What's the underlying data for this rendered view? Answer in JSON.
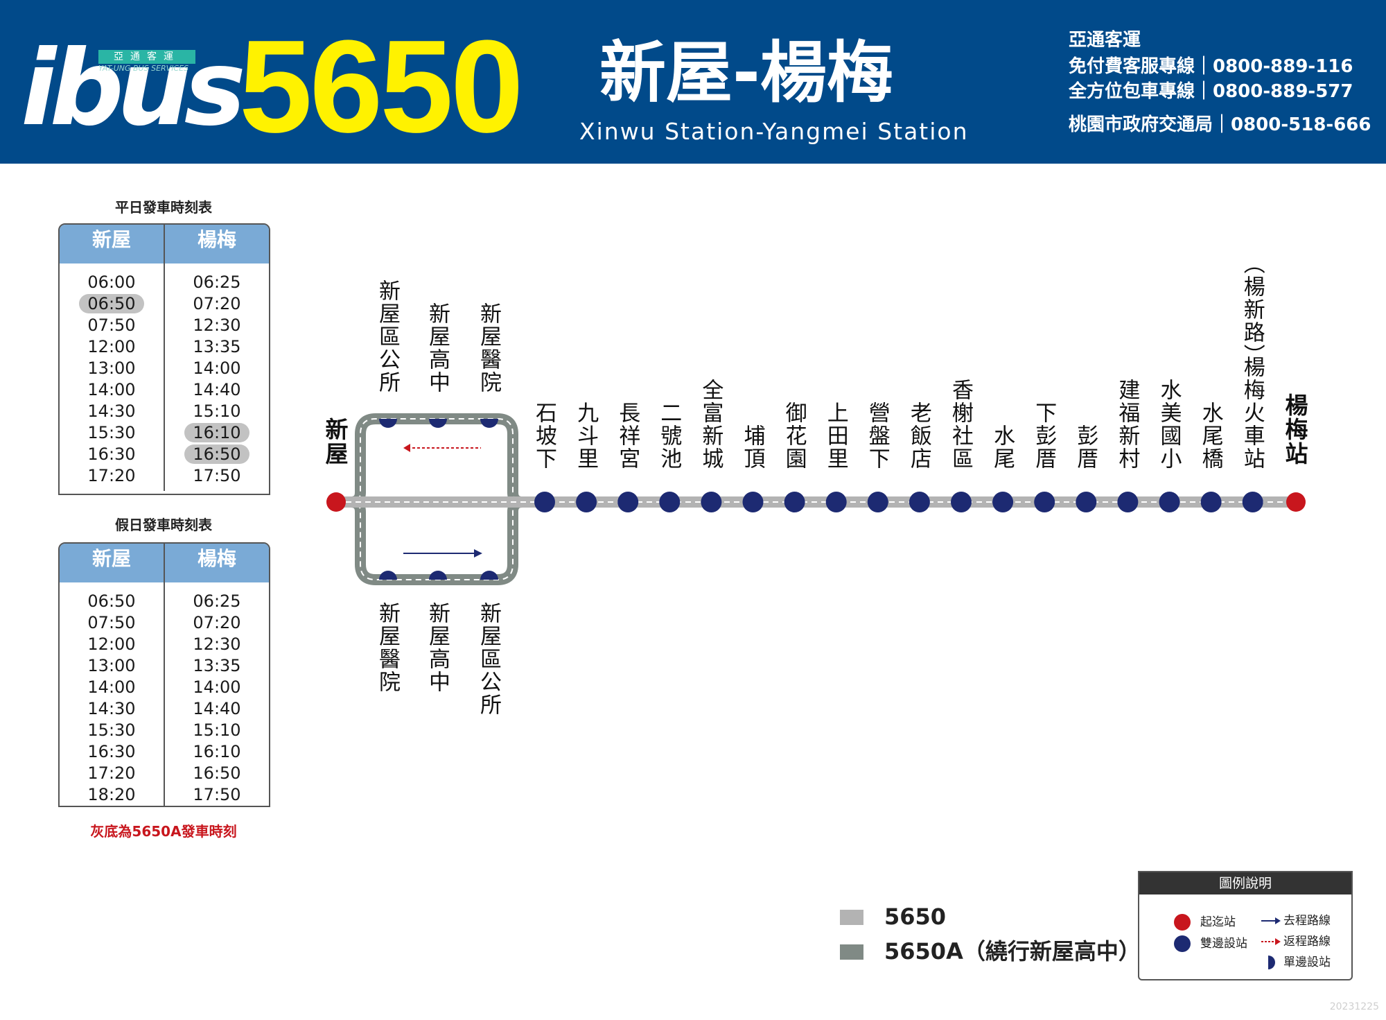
{
  "header": {
    "logo_text": "ibus",
    "logo_tag": "亞通客運",
    "logo_sub": "YAT-UNG BUS SERVICES",
    "route_number": "5650",
    "route_name_zh": "新屋-楊梅",
    "route_name_en": "Xinwu Station-Yangmei Station",
    "company": "亞通客運",
    "hotline1": "免付費客服專線｜0800-889-116",
    "hotline2": "全方位包車專線｜0800-889-577",
    "hotline3": "桃園市政府交通局｜0800-518-666"
  },
  "weekday": {
    "caption": "平日發車時刻表",
    "col1": "新屋",
    "col2": "楊梅",
    "xinwu": [
      "06:00",
      "06:50",
      "07:50",
      "12:00",
      "13:00",
      "14:00",
      "14:30",
      "15:30",
      "16:30",
      "17:20"
    ],
    "yangmei": [
      "06:25",
      "07:20",
      "12:30",
      "13:35",
      "14:00",
      "14:40",
      "15:10",
      "16:10",
      "16:50",
      "17:50"
    ],
    "hl_xinwu": [
      1
    ],
    "hl_yangmei": [
      7,
      8
    ]
  },
  "holiday": {
    "caption": "假日發車時刻表",
    "col1": "新屋",
    "col2": "楊梅",
    "xinwu": [
      "06:50",
      "07:50",
      "12:00",
      "13:00",
      "14:00",
      "14:30",
      "15:30",
      "16:30",
      "17:20",
      "18:20"
    ],
    "yangmei": [
      "06:25",
      "07:20",
      "12:30",
      "13:35",
      "14:00",
      "14:40",
      "15:10",
      "16:10",
      "16:50",
      "17:50"
    ],
    "hl_xinwu": [],
    "hl_yangmei": []
  },
  "note": "灰底為5650A發車時刻",
  "stops": {
    "start": "新屋",
    "end": "楊梅站",
    "main": [
      "石坡下",
      "九斗里",
      "長祥宮",
      "二號池",
      "全富新城",
      "埔頂",
      "御花園",
      "上田里",
      "營盤下",
      "老飯店",
      "香榭社區",
      "水尾",
      "下彭厝",
      "彭厝",
      "建福新村",
      "水美國小",
      "水尾橋",
      "楊梅火車站"
    ],
    "yangmei_station_note": "（楊新路）",
    "loop_top": [
      "新屋區公所",
      "新屋高中",
      "新屋醫院"
    ],
    "loop_bottom": [
      "新屋醫院",
      "新屋高中",
      "新屋區公所"
    ]
  },
  "line_legend": [
    {
      "label": "5650",
      "color": "#b3b3b3"
    },
    {
      "label": "5650A（繞行新屋高中）",
      "color": "#808a85"
    }
  ],
  "legend": {
    "title": "圖例說明",
    "terminal": "起迄站",
    "both_sides": "雙邊設站",
    "outbound": "去程路線",
    "inbound": "返程路線",
    "one_side": "單邊設站"
  },
  "colors": {
    "header_bg": "#014a8a",
    "route_number": "#fff200",
    "table_head": "#7aaad6",
    "terminal_stop": "#c8161d",
    "stop": "#1d2a72",
    "note": "#c8161d"
  },
  "date_code": "20231225"
}
